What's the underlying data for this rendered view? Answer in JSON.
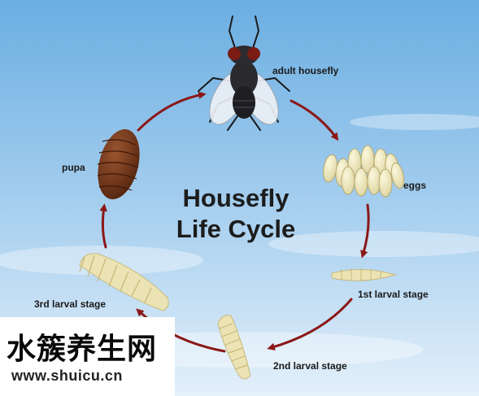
{
  "title": {
    "line1": "Housefly",
    "line2": "Life Cycle"
  },
  "stages": [
    {
      "id": "adult",
      "label": "adult housefly"
    },
    {
      "id": "eggs",
      "label": "eggs"
    },
    {
      "id": "larva1",
      "label": "1st larval stage"
    },
    {
      "id": "larva2",
      "label": "2nd larval stage"
    },
    {
      "id": "larva3",
      "label": "3rd larval stage"
    },
    {
      "id": "pupa",
      "label": "pupa"
    }
  ],
  "watermark": {
    "chinese": "水簇养生网",
    "url": "www.shuicu.cn"
  },
  "colors": {
    "sky_top": "#6fb1e3",
    "sky_bottom": "#dcecf8",
    "arrow": "#8b1818",
    "larva": "#ece3b5",
    "pupa": "#6e3418"
  }
}
